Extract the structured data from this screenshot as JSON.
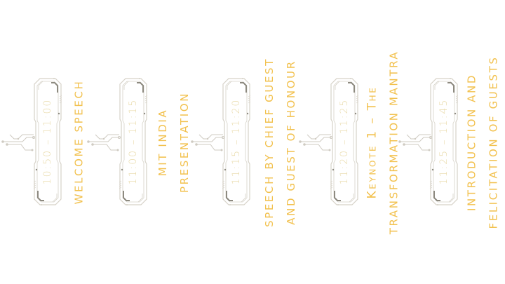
{
  "colors": {
    "background": "#ffffff",
    "title_text": "#f2c14e",
    "time_text": "#e8d9a6",
    "frame_line": "#d6d2c8",
    "frame_accent": "#8d8a80",
    "connector": "#cfcbc2"
  },
  "agenda": [
    {
      "time": "10:50 – 11:00",
      "title_lines": [
        "WELCOME SPEECH"
      ]
    },
    {
      "time": "11:00 – 11:15",
      "title_lines": [
        "MIT INDIA",
        "PRESENTATION"
      ]
    },
    {
      "time": "11:15 – 11:20",
      "title_lines": [
        "SPEECH BY CHIEF GUEST",
        "AND GUEST OF HONOUR"
      ]
    },
    {
      "time": "11:20 – 11:25",
      "title_lines": [
        "Keynote 1 – The",
        "TRANSFORMATION MANTRA"
      ]
    },
    {
      "time": "11:25 – 11:45",
      "title_lines": [
        "INTRODUCTION AND",
        "FELICITATION OF GUESTS"
      ]
    }
  ]
}
